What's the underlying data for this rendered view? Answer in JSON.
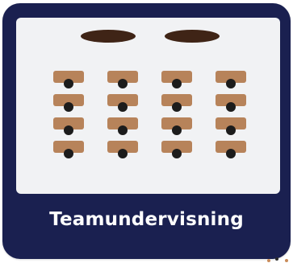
{
  "option_card": {
    "title": "Teamundervisning",
    "selected": false
  },
  "colors": {
    "card_background": "#1a2050",
    "room_background": "#f1f2f4",
    "screen": "#3f2416",
    "desk": "#b7835a",
    "person": "#1c1c1c",
    "caption_text": "#ffffff"
  },
  "layout": {
    "screen_count": 2,
    "desk_rows": 4,
    "desk_columns": 4
  }
}
